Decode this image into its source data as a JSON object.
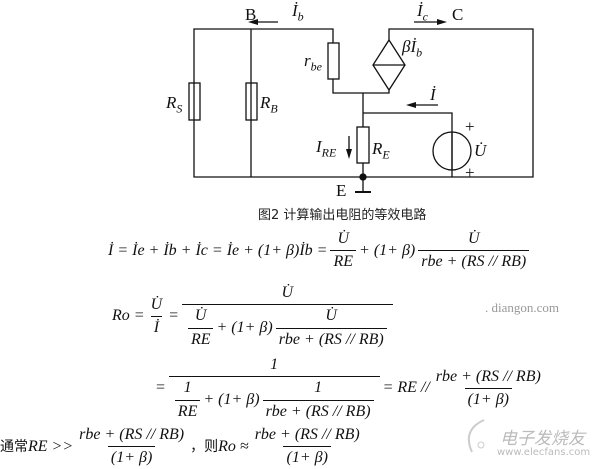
{
  "circuit": {
    "nodes": {
      "b": "B",
      "c": "C",
      "e": "E"
    },
    "currents": {
      "ib": "İ",
      "ib_sub": "b",
      "ic": "İ",
      "ic_sub": "c",
      "i": "İ",
      "ire": "I",
      "ire_sub": "RE"
    },
    "components": {
      "rs": "R",
      "rs_sub": "S",
      "rb": "R",
      "rb_sub": "B",
      "rbe": "r",
      "rbe_sub": "be",
      "re": "R",
      "re_sub": "E",
      "source": "βİ",
      "source_sub": "b",
      "u": "U̇",
      "plus1": "+",
      "plus2": "+"
    },
    "caption": "图2 计算输出电阻的等效电路"
  },
  "equations": {
    "eq1_lhs": "İ = İe + İb + İc = İe + (1+ β)İb =",
    "eq1_f1_num": "U̇",
    "eq1_f1_den": "RE",
    "eq1_mid": "+ (1+ β)",
    "eq1_f2_num": "U̇",
    "eq1_f2_den": "rbe + (RS // RB)",
    "eq2_lhs": "Ro =",
    "eq2_f1_num": "U̇",
    "eq2_f1_den": "İ",
    "eq2_eq": "=",
    "eq2_num": "U̇",
    "eq2_den_a_num": "U̇",
    "eq2_den_a_den": "RE",
    "eq2_den_mid": "+ (1+ β)",
    "eq2_den_b_num": "U̇",
    "eq2_den_b_den": "rbe + (RS // RB)",
    "eq3_eq": "=",
    "eq3_num": "1",
    "eq3_den_a_num": "1",
    "eq3_den_a_den": "RE",
    "eq3_den_mid": "+ (1+ β)",
    "eq3_den_b_num": "1",
    "eq3_den_b_den": "rbe + (RS // RB)",
    "eq3_rhs": "= RE //",
    "eq3_f_num": "rbe + (RS // RB)",
    "eq3_f_den": "(1+ β)",
    "eq4_prefix": "通常",
    "eq4_cond": "RE >>",
    "eq4_f1_num": "rbe + (RS // RB)",
    "eq4_f1_den": "(1+ β)",
    "eq4_then": "，则",
    "eq4_approx": "Ro ≈",
    "eq4_f2_num": "rbe + (RS // RB)",
    "eq4_f2_den": "(1+ β)"
  },
  "watermarks": {
    "overlay": ". diangon.com",
    "logo_cn": "电子发烧友",
    "logo_url": "www.elecfans.com"
  }
}
